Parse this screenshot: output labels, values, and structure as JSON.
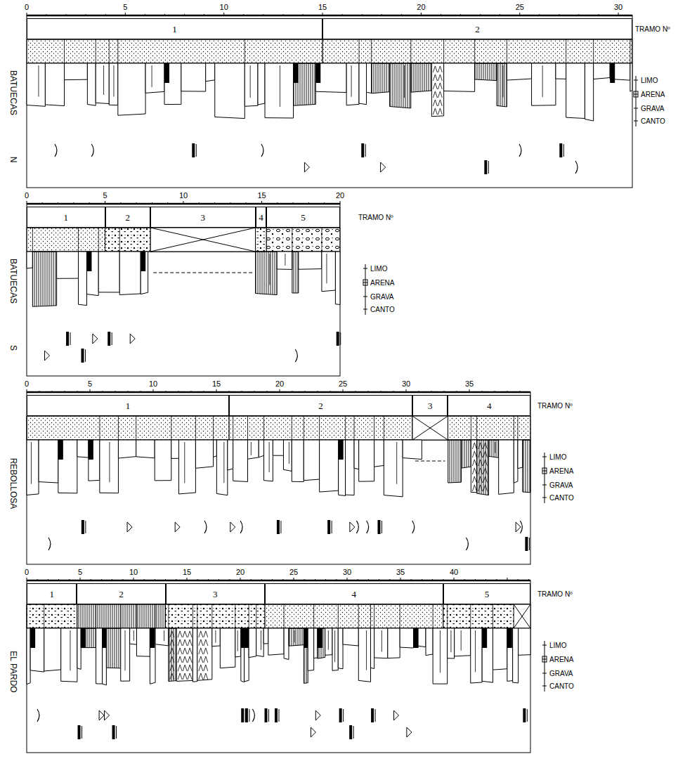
{
  "diagram": {
    "nodes": [
      {
        "text": [
          "1"
        ]
      },
      {
        "text": [
          "2"
        ]
      },
      {
        "text": [
          "1"
        ]
      },
      {
        "text": [
          "2"
        ]
      },
      {
        "text": [
          "3"
        ]
      },
      {
        "text": [
          "4"
        ]
      },
      {
        "text": [
          "5"
        ]
      },
      {
        "text": [
          "1"
        ]
      },
      {
        "text": [
          "2"
        ]
      },
      {
        "text": [
          "3"
        ]
      },
      {
        "text": [
          "4"
        ]
      },
      {
        "text": [
          "1"
        ]
      },
      {
        "text": [
          "2"
        ]
      },
      {
        "text": [
          "3"
        ]
      },
      {
        "text": [
          "4"
        ]
      },
      {
        "text": [
          "5"
        ]
      }
    ],
    "labels": [
      "BATUECAS",
      "N",
      "0",
      "5",
      "10",
      "15",
      "20",
      "25",
      "30",
      "TRAMO Nº",
      "LIMO",
      "ARENA",
      "GRAVA",
      "CANTO",
      "BATUECAS",
      "S",
      "0",
      "5",
      "10",
      "15",
      "20",
      "TRAMO Nº",
      "LIMO",
      "ARENA",
      "GRAVA",
      "CANTO",
      "REBOLLOSA",
      "0",
      "5",
      "10",
      "15",
      "20",
      "25",
      "30",
      "35",
      "TRAMO Nº",
      "LIMO",
      "ARENA",
      "GRAVA",
      "CANTO",
      "EL PARDO",
      "0",
      "5",
      "10",
      "15",
      "20",
      "25",
      "30",
      "35",
      "40",
      "TRAMO Nº",
      "LIMO",
      "ARENA",
      "GRAVA",
      "CANTO"
    ]
  }
}
